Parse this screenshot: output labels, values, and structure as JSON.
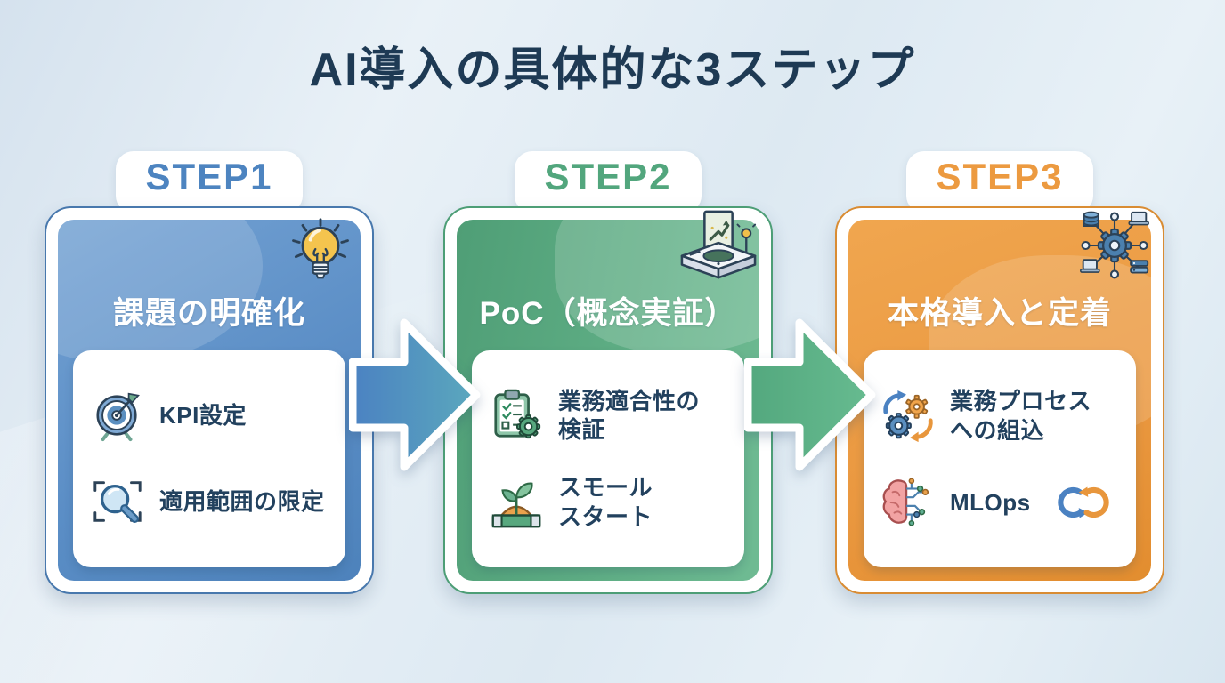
{
  "title": "AI導入の具体的な3ステップ",
  "colors": {
    "title_text": "#1e3a54",
    "step1_accent": "#4d84c0",
    "step2_accent": "#52a67d",
    "step3_accent": "#ec9a40",
    "step1_card": "#5b8ec6",
    "step2_card": "#5fae85",
    "step3_card": "#ea9840",
    "item_text": "#22415e",
    "arrow1_gradient": [
      "#4b82c2",
      "#5ba8bd"
    ],
    "arrow2_gradient": [
      "#53a87e",
      "#67bb90"
    ]
  },
  "steps": [
    {
      "label": "STEP1",
      "heading": "課題の明確化",
      "header_icon": "lightbulb-icon",
      "items": [
        {
          "icon": "target-dart-icon",
          "label": "KPI設定"
        },
        {
          "icon": "magnifier-scope-icon",
          "label": "適用範囲の限定"
        }
      ]
    },
    {
      "label": "STEP2",
      "heading": "PoC（概念実証）",
      "header_icon": "poc-prototype-icon",
      "items": [
        {
          "icon": "checklist-gear-icon",
          "label": "業務適合性の\n検証"
        },
        {
          "icon": "sprout-icon",
          "label": "スモール\nスタート"
        }
      ]
    },
    {
      "label": "STEP3",
      "heading": "本格導入と定着",
      "header_icon": "network-gear-icon",
      "items": [
        {
          "icon": "gears-cycle-icon",
          "label": "業務プロセス\nへの組込"
        },
        {
          "icon": "brain-circuit-icon",
          "label": "MLOps",
          "trailing_icon": "infinity-loop-icon"
        }
      ]
    }
  ]
}
